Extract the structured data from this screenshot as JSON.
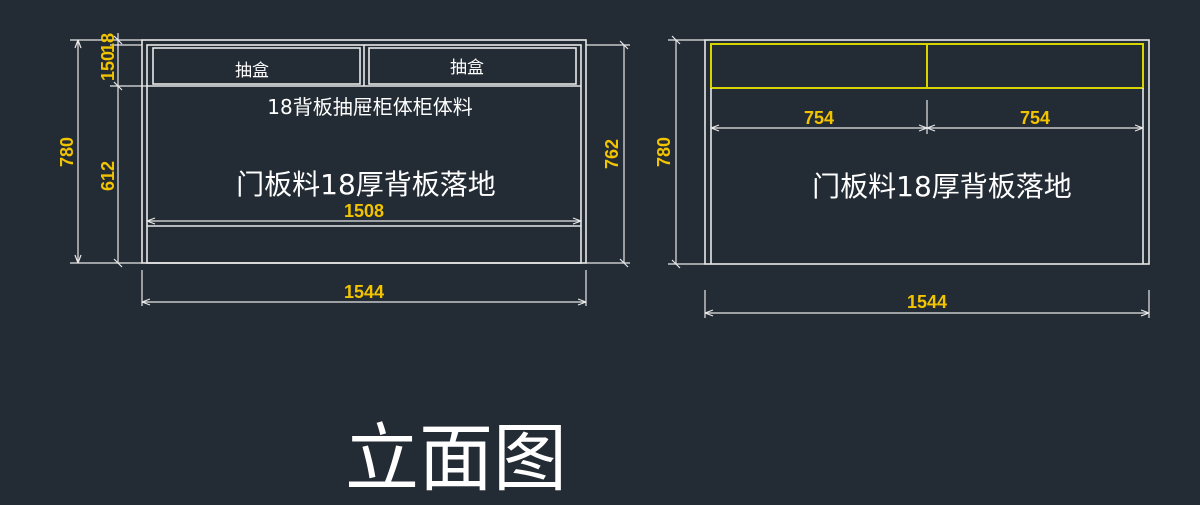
{
  "title": "立面图",
  "left_elevation": {
    "drawer_label_1": "抽盒",
    "drawer_label_2": "抽盒",
    "carcass_note": "18背板抽屉柜体柜体料",
    "door_note": "门板料18厚背板落地",
    "dims": {
      "total_height": "780",
      "drawer_height": "150",
      "top_thickness": "18",
      "lower_height": "612",
      "right_height": "762",
      "inner_width": "1508",
      "total_width": "1544"
    }
  },
  "right_elevation": {
    "door_note": "门板料18厚背板落地",
    "dims": {
      "total_height": "780",
      "half_width_1": "754",
      "half_width_2": "754",
      "total_width": "1544"
    }
  },
  "colors": {
    "background": "#232b34",
    "line": "#e8e8e8",
    "dimension_text": "#f2c400",
    "highlight_line": "#d8d400"
  }
}
